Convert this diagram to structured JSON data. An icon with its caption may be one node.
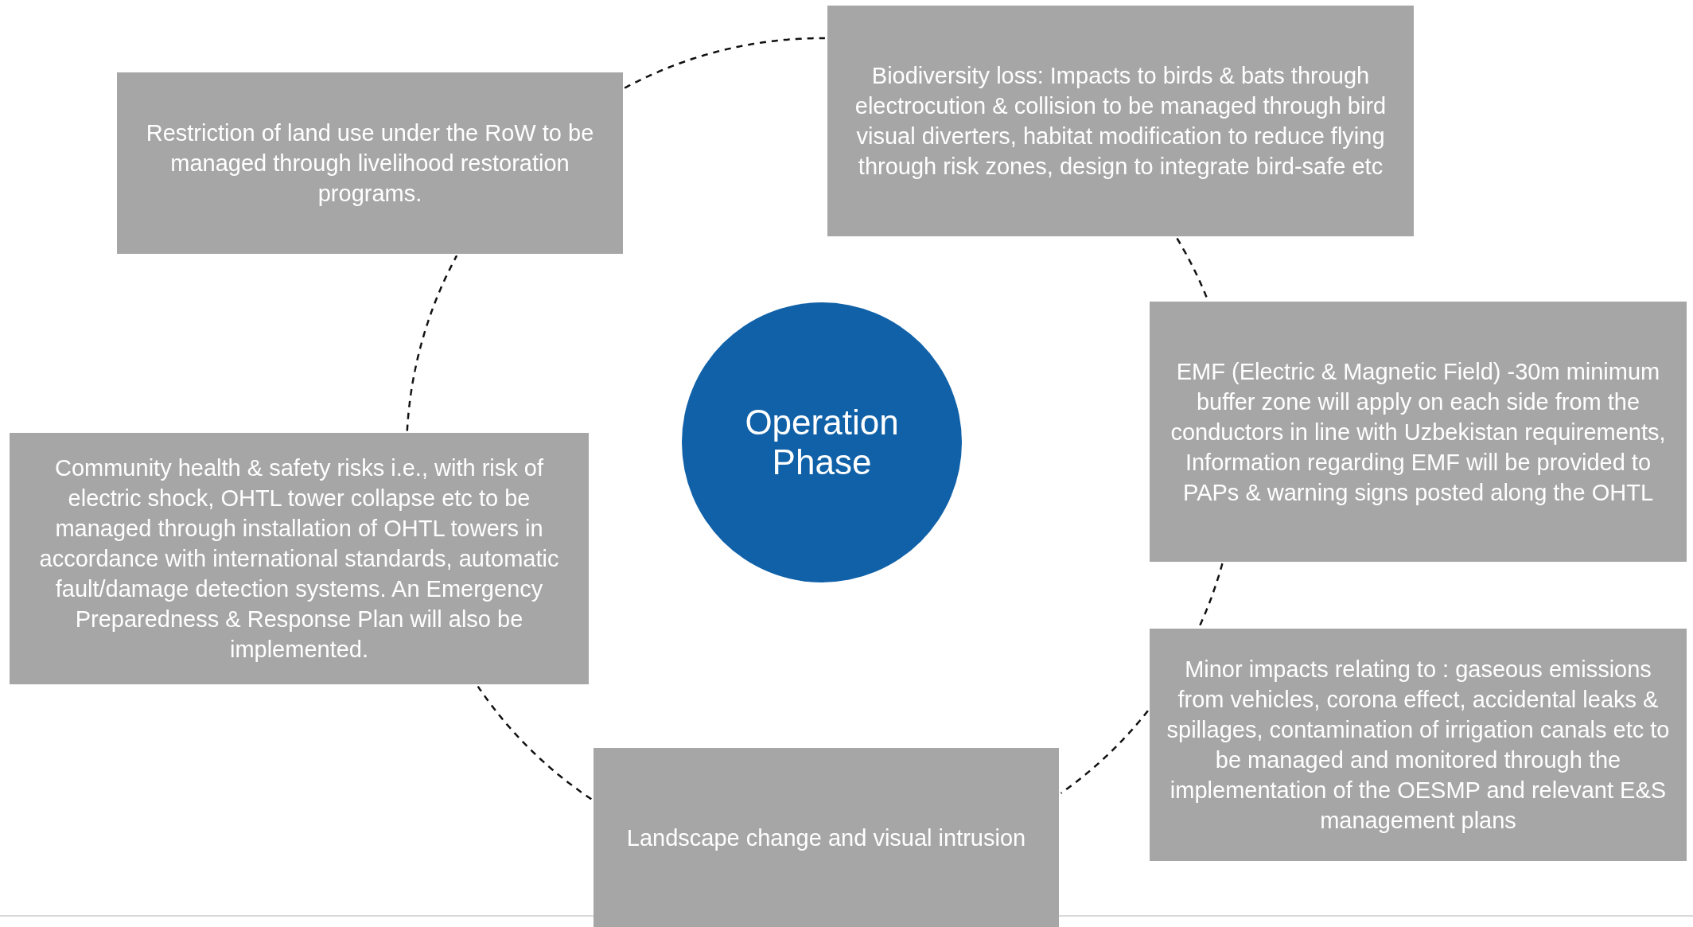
{
  "diagram": {
    "nodes": [
      {
        "text": [
          "Operation Phase"
        ]
      },
      {
        "text": [
          "Restriction of land use under the RoW to be managed through livelihood restoration programs."
        ]
      },
      {
        "text": [
          "Biodiversity loss: Impacts to birds & bats through electrocution & collision to be managed through bird visual diverters, habitat modification to reduce flying through risk zones, design to integrate bird-safe etc"
        ]
      },
      {
        "text": [
          "EMF (Electric & Magnetic Field) -30m minimum buffer zone will apply on each side from the conductors in line with Uzbekistan requirements, Information regarding EMF will be provided to PAPs & warning signs posted along the OHTL"
        ]
      },
      {
        "text": [
          "Minor impacts relating to : gaseous emissions from vehicles, corona effect, accidental leaks & spillages, contamination of irrigation canals etc to be managed and monitored through the implementation of the OESMP and relevant E&S management plans"
        ]
      },
      {
        "text": [
          "Landscape change and visual intrusion"
        ]
      },
      {
        "text": [
          "Community health & safety risks i.e.,  with risk of electric shock, OHTL tower collapse etc to be managed through installation of OHTL towers in accordance with international standards, automatic fault/damage detection systems. An Emergency Preparedness & Response Plan will also be implemented."
        ]
      }
    ],
    "edges": [
      {
        "from": 1,
        "to": 2,
        "arrow": "none",
        "style": "dashed"
      },
      {
        "from": 2,
        "to": 3,
        "arrow": "none",
        "style": "dashed"
      },
      {
        "from": 3,
        "to": 4,
        "arrow": "none",
        "style": "dashed"
      },
      {
        "from": 4,
        "to": 5,
        "arrow": "none",
        "style": "dashed"
      },
      {
        "from": 5,
        "to": 6,
        "arrow": "none",
        "style": "dashed"
      },
      {
        "from": 6,
        "to": 1,
        "arrow": "none",
        "style": "dashed"
      }
    ]
  }
}
